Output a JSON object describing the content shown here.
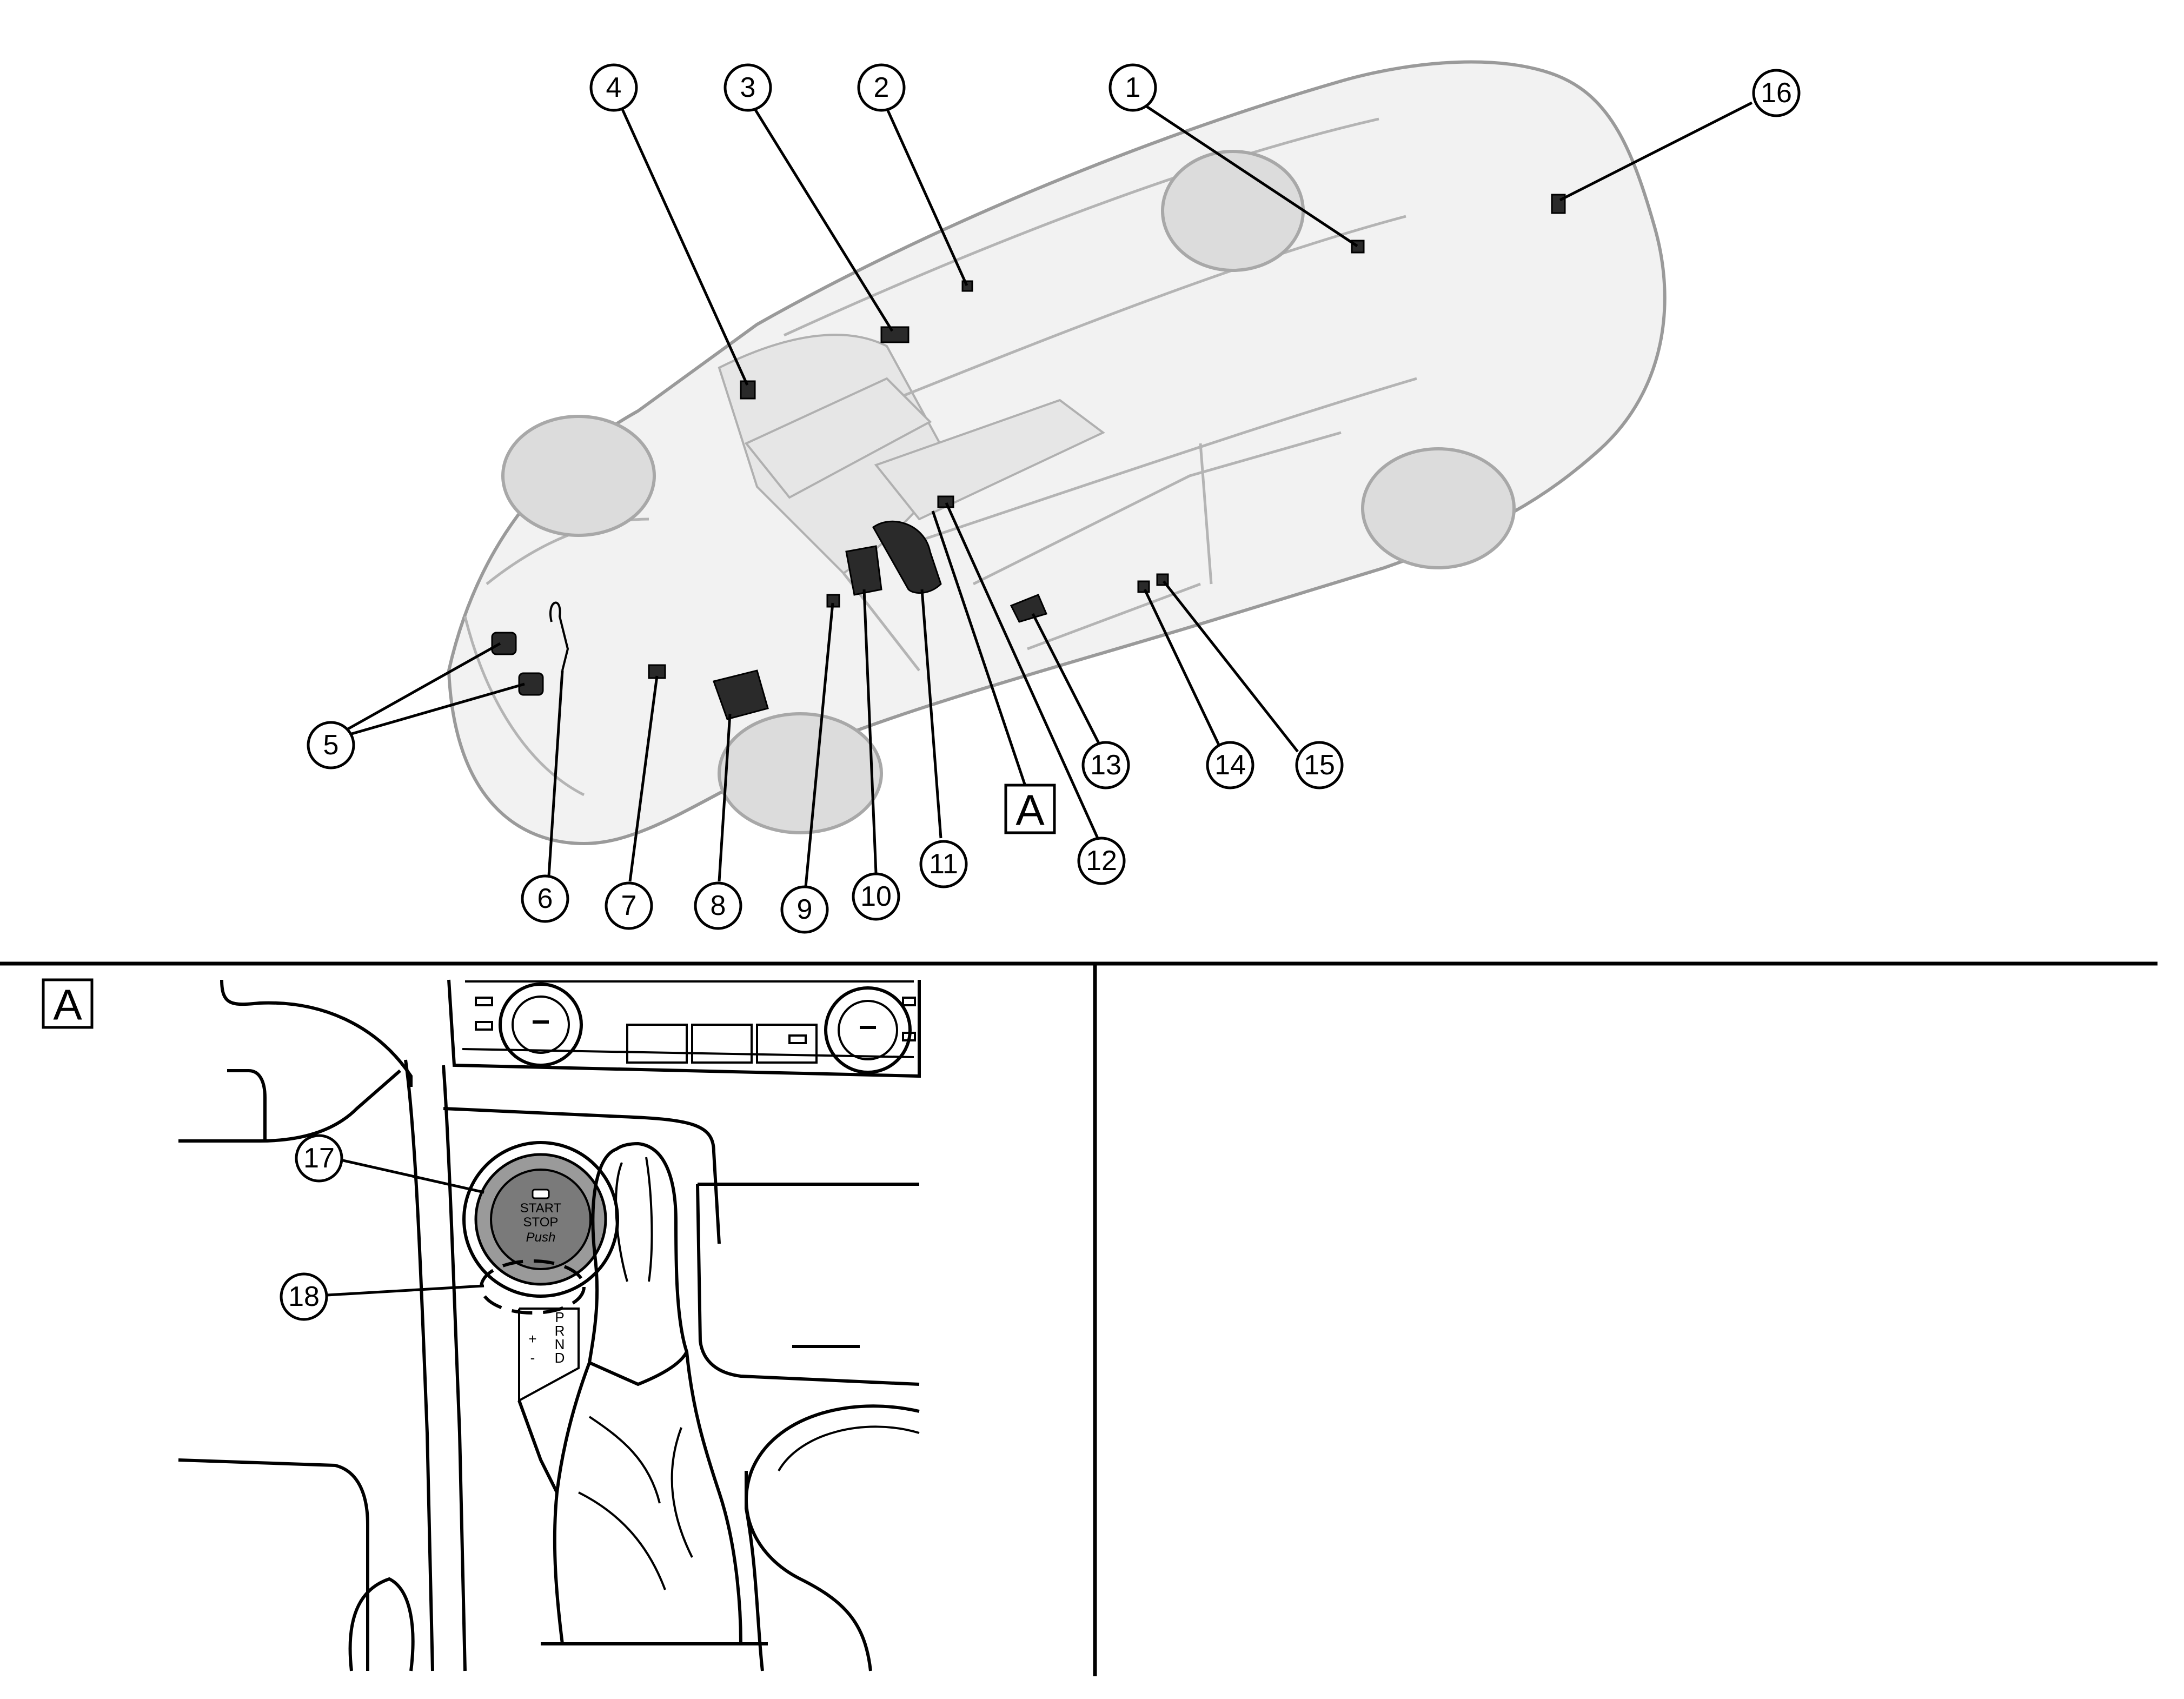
{
  "callouts": {
    "c1": "1",
    "c2": "2",
    "c3": "3",
    "c4": "4",
    "c5": "5",
    "c6": "6",
    "c7": "7",
    "c8": "8",
    "c9": "9",
    "c10": "10",
    "c11": "11",
    "c12": "12",
    "c13": "13",
    "c14": "14",
    "c15": "15",
    "c16": "16",
    "c17": "17",
    "c18": "18"
  },
  "detail_label": "A",
  "detail_panel_label": "A",
  "start_button": {
    "line1": "START",
    "line2": "STOP",
    "line3": "Push"
  },
  "gear_positions": [
    "P",
    "R",
    "N",
    "D"
  ],
  "shift_marks": [
    "+",
    "-"
  ]
}
